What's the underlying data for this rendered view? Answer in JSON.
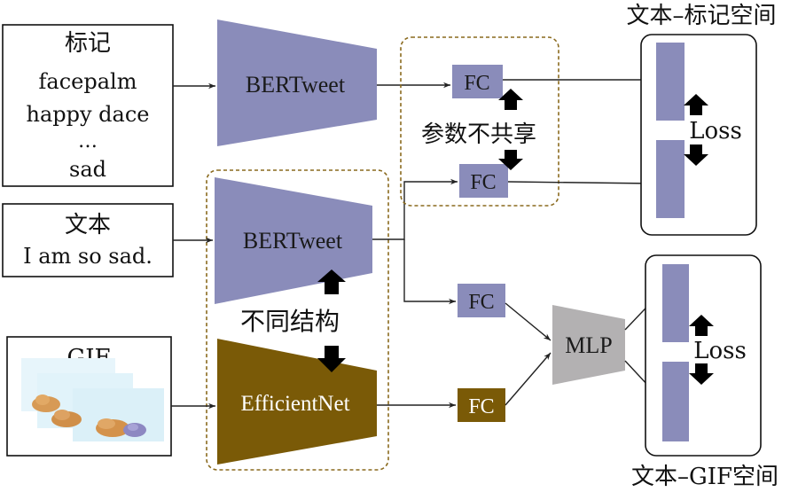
{
  "inputs": {
    "label_box": {
      "title": "标记",
      "items": [
        "facepalm",
        "happy dace",
        "…",
        "sad"
      ]
    },
    "text_box": {
      "title": "文本",
      "sentence": "I am  so sad."
    },
    "gif_box": {
      "title": "GIF"
    }
  },
  "encoders": {
    "bertweet_top": "BERTweet",
    "bertweet_mid": "BERTweet",
    "efficientnet": "EfficientNet"
  },
  "heads": {
    "fc_label": "FC",
    "fc_text_label": "FC",
    "fc_text_gif": "FC",
    "fc_gif": "FC",
    "mlp": "MLP"
  },
  "annotations": {
    "not_shared_params": "参数不共享",
    "different_structure": "不同结构"
  },
  "spaces": {
    "text_label_space": {
      "title": "文本–标记空间",
      "loss": "Loss"
    },
    "text_gif_space": {
      "title": "文本–GIF空间",
      "loss": "Loss"
    }
  },
  "colors": {
    "bertweet": "#8a8cba",
    "efficientnet": "#7a5a07",
    "mlp": "#b3b1b2",
    "embedding": "#8a8cba",
    "dashed_border": "#8a6a1e"
  }
}
